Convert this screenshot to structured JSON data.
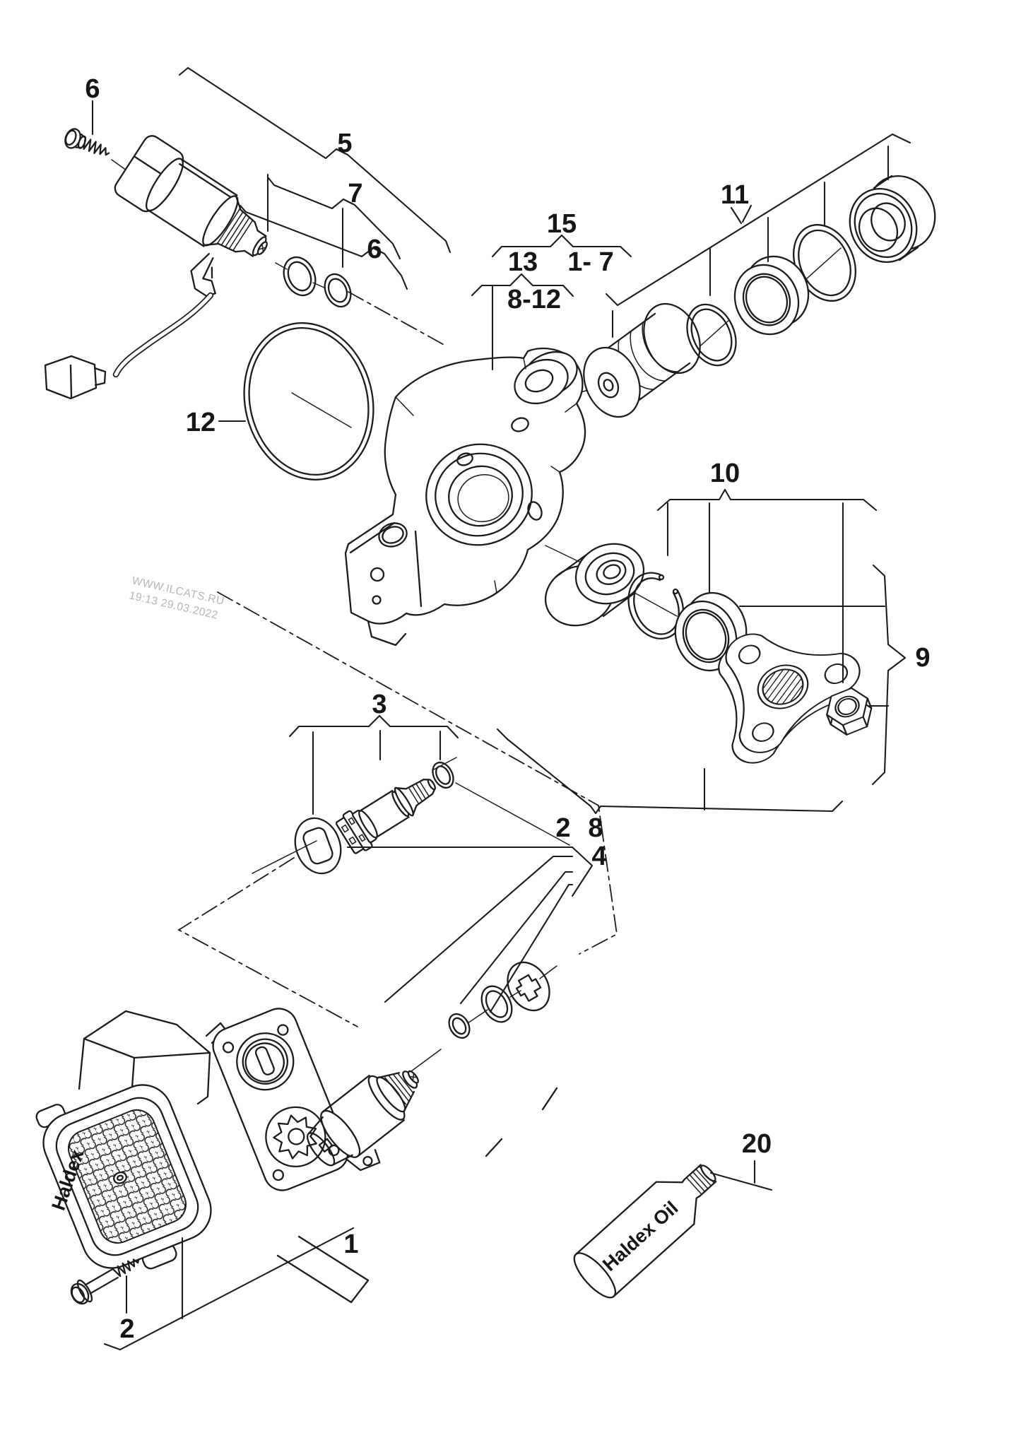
{
  "diagram": {
    "kind": "exploded-parts-diagram",
    "subject": "Haldex coupling / oil pump and filter assembly",
    "watermark": {
      "line1": "WWW.ILCATS.RU",
      "line2": "19:13 29.03.2022"
    },
    "brand_texts": {
      "cover": "Haldex",
      "oil_tube": "Haldex Oil"
    },
    "callouts": {
      "screw_top": "6",
      "valve_group": "5",
      "seal_ring_7": "7",
      "seal_ring_6": "6",
      "kit_full": "15",
      "kit_sub": "13",
      "range_1_7": "1- 7",
      "range_8_12": "8-12",
      "cap_kit": "11",
      "oring_large": "12",
      "flange_kit": "10",
      "flange_sub": "9",
      "flange_shaft": "8",
      "sensor_kit": "3",
      "oring_sensor": "2",
      "collector": "4",
      "assembly": "1",
      "bolt": "2",
      "oil_tube": "20"
    }
  }
}
